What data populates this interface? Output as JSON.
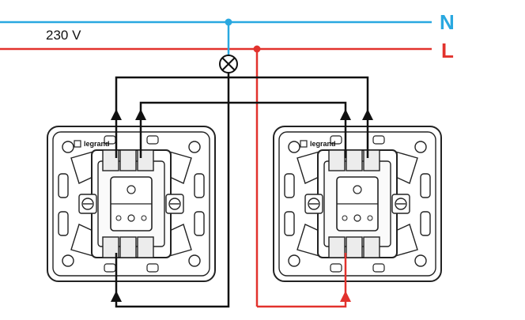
{
  "labels": {
    "neutral": "N",
    "live": "L",
    "voltage": "230 V"
  },
  "switches": [
    {
      "brand": "legrand"
    },
    {
      "brand": "legrand"
    }
  ],
  "lamp": {
    "icon": "lamp-icon"
  },
  "colors": {
    "neutral": "#29a8e0",
    "live": "#e2322d",
    "wire": "#111111",
    "device": "#222222",
    "device_fill": "#ffffff",
    "terminal_fill": "#f4f4f4"
  }
}
